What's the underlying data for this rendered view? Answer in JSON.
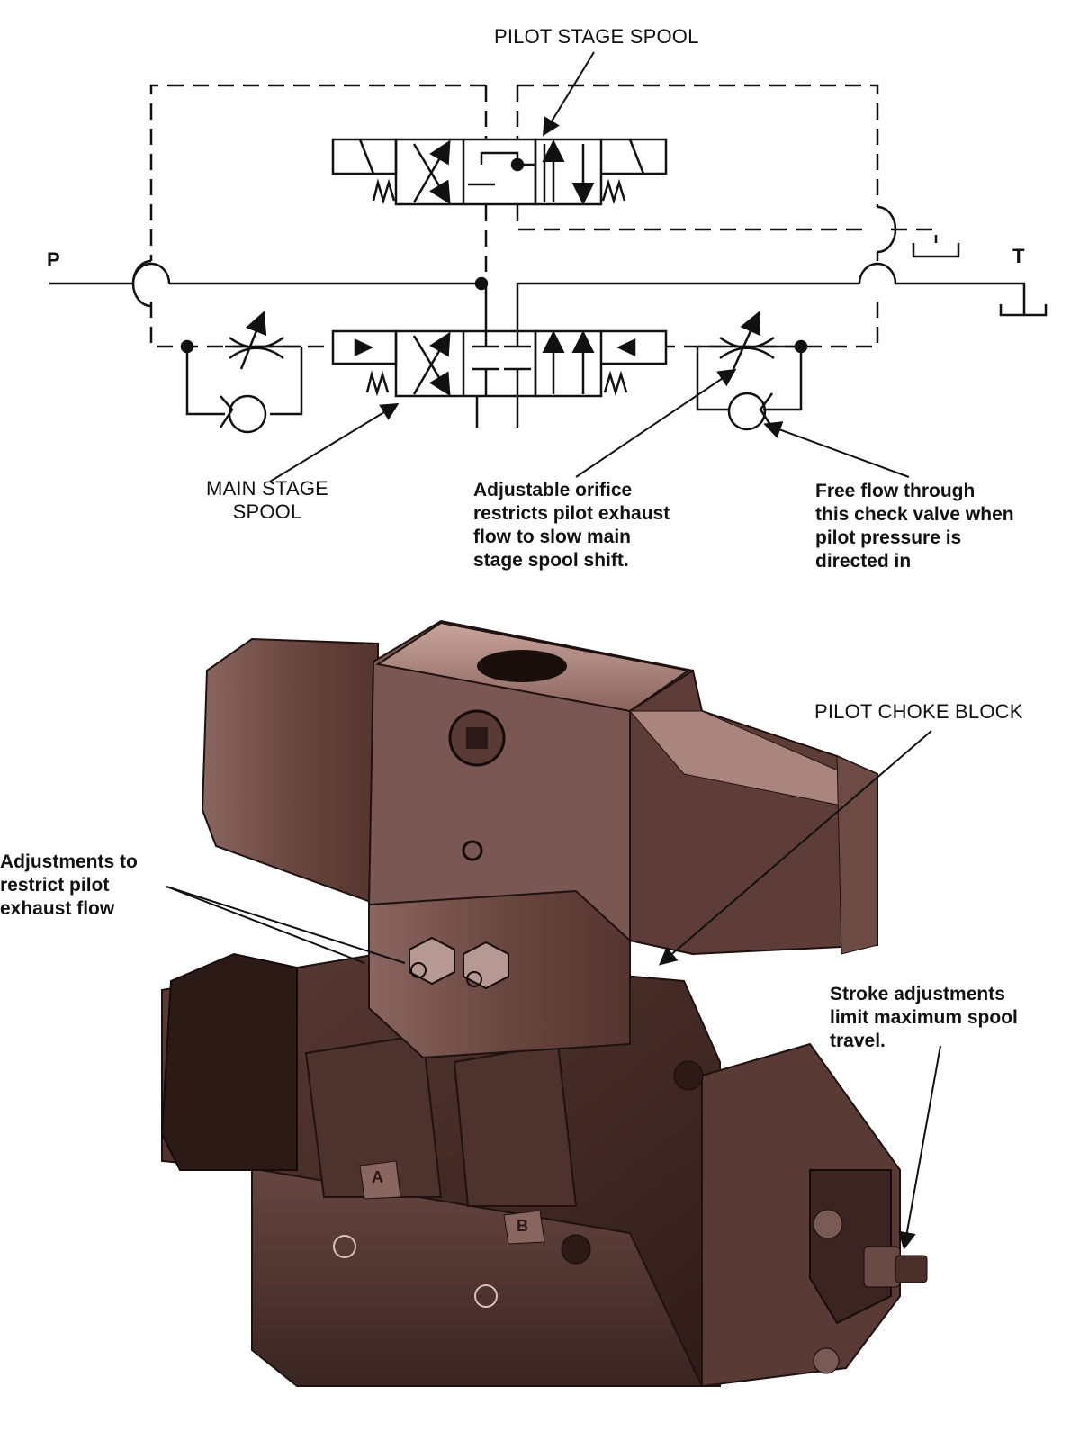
{
  "schematic": {
    "pilot_stage_label": "PILOT STAGE SPOOL",
    "main_stage_label_line1": "MAIN STAGE",
    "main_stage_label_line2": "SPOOL",
    "port_p": "P",
    "port_t": "T",
    "orifice_note": [
      "Adjustable orifice",
      "restricts pilot exhaust",
      "flow to slow main",
      "stage spool shift."
    ],
    "check_note": [
      "Free flow through",
      "this check valve when",
      "pilot pressure is",
      "directed in"
    ]
  },
  "photo": {
    "pilot_choke_label": "PILOT CHOKE BLOCK",
    "adjust_note": [
      "Adjustments to",
      "restrict pilot",
      "exhaust flow"
    ],
    "stroke_note": [
      "Stroke adjustments",
      "limit maximum spool",
      "travel."
    ],
    "port_a": "A",
    "port_b": "B"
  },
  "colors": {
    "ink": "#111111",
    "body_dark": "#4a2e2a",
    "body_mid": "#7a5550",
    "body_light": "#b48f88"
  }
}
